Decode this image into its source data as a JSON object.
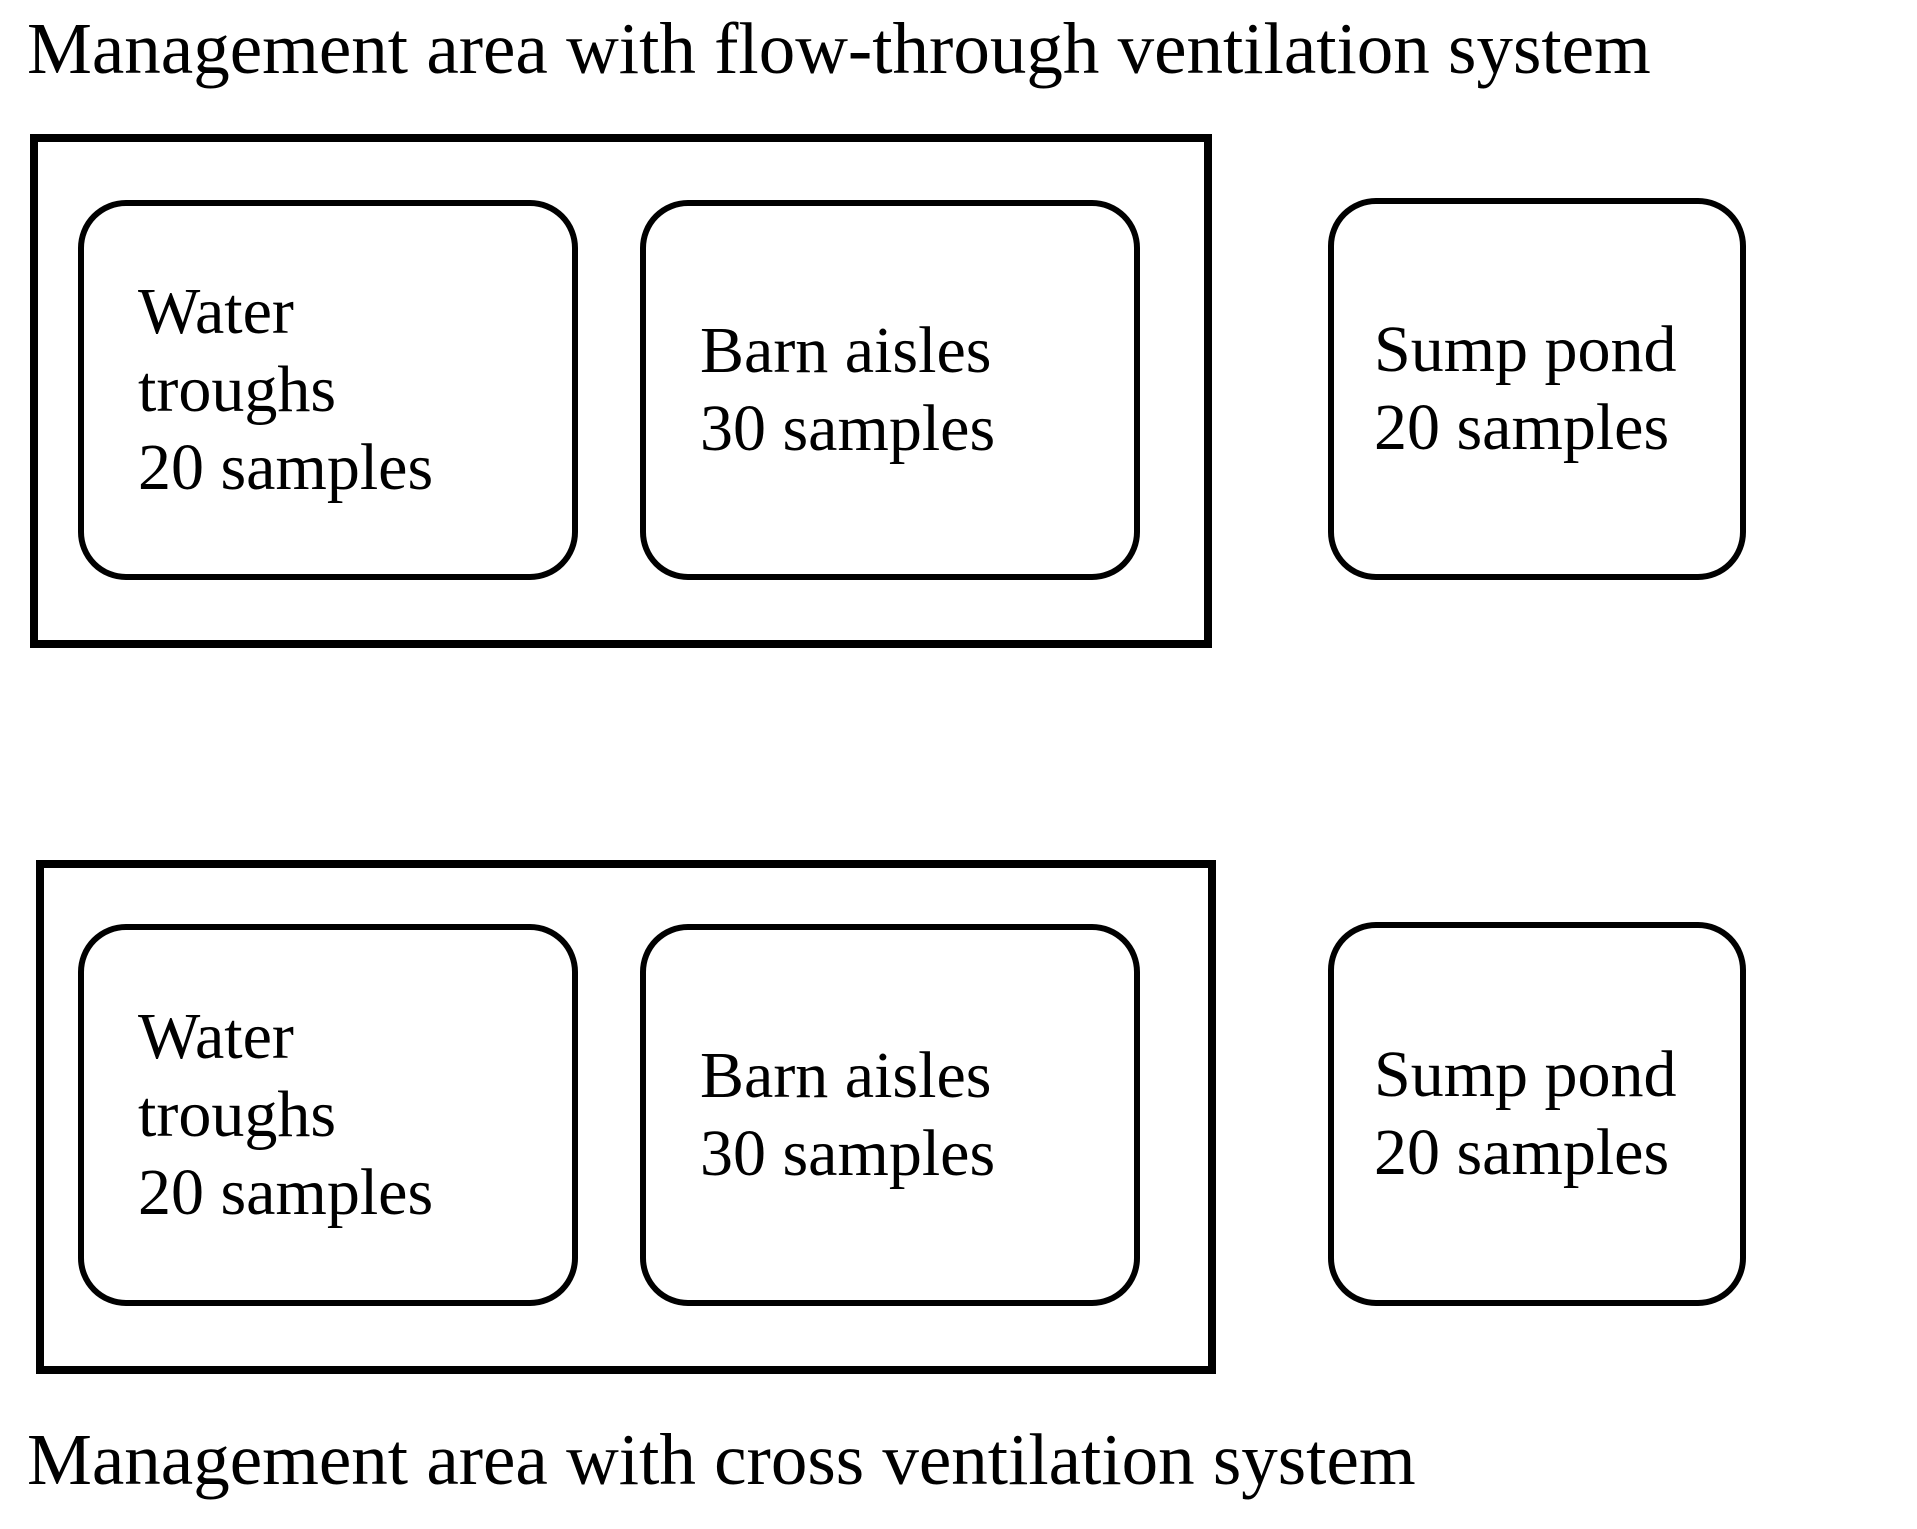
{
  "diagram": {
    "title_top": "Management area with flow-through ventilation system",
    "title_bottom": "Management area with cross ventilation system",
    "sections": [
      {
        "id": "flow-through",
        "caption": "Management area with flow-through ventilation system",
        "caption_position": "top",
        "inside_area": [
          {
            "id": "water-troughs",
            "lines": [
              "Water",
              "troughs",
              "20 samples"
            ],
            "label": "Water troughs",
            "sample_count": "20 samples"
          },
          {
            "id": "barn-aisles",
            "lines": [
              "Barn aisles",
              "30 samples"
            ],
            "label": "Barn aisles",
            "sample_count": "30 samples"
          }
        ],
        "outside_area": [
          {
            "id": "sump-pond",
            "lines": [
              "Sump pond",
              "20 samples"
            ],
            "label": "Sump pond",
            "sample_count": "20 samples"
          }
        ]
      },
      {
        "id": "cross",
        "caption": "Management area with cross ventilation system",
        "caption_position": "bottom",
        "inside_area": [
          {
            "id": "water-troughs",
            "lines": [
              "Water",
              "troughs",
              "20 samples"
            ],
            "label": "Water troughs",
            "sample_count": "20 samples"
          },
          {
            "id": "barn-aisles",
            "lines": [
              "Barn aisles",
              "30 samples"
            ],
            "label": "Barn aisles",
            "sample_count": "30 samples"
          }
        ],
        "outside_area": [
          {
            "id": "sump-pond",
            "lines": [
              "Sump pond",
              "20 samples"
            ],
            "label": "Sump pond",
            "sample_count": "20 samples"
          }
        ]
      }
    ],
    "colors": {
      "stroke": "#000000",
      "background": "#ffffff",
      "text": "#000000"
    }
  }
}
